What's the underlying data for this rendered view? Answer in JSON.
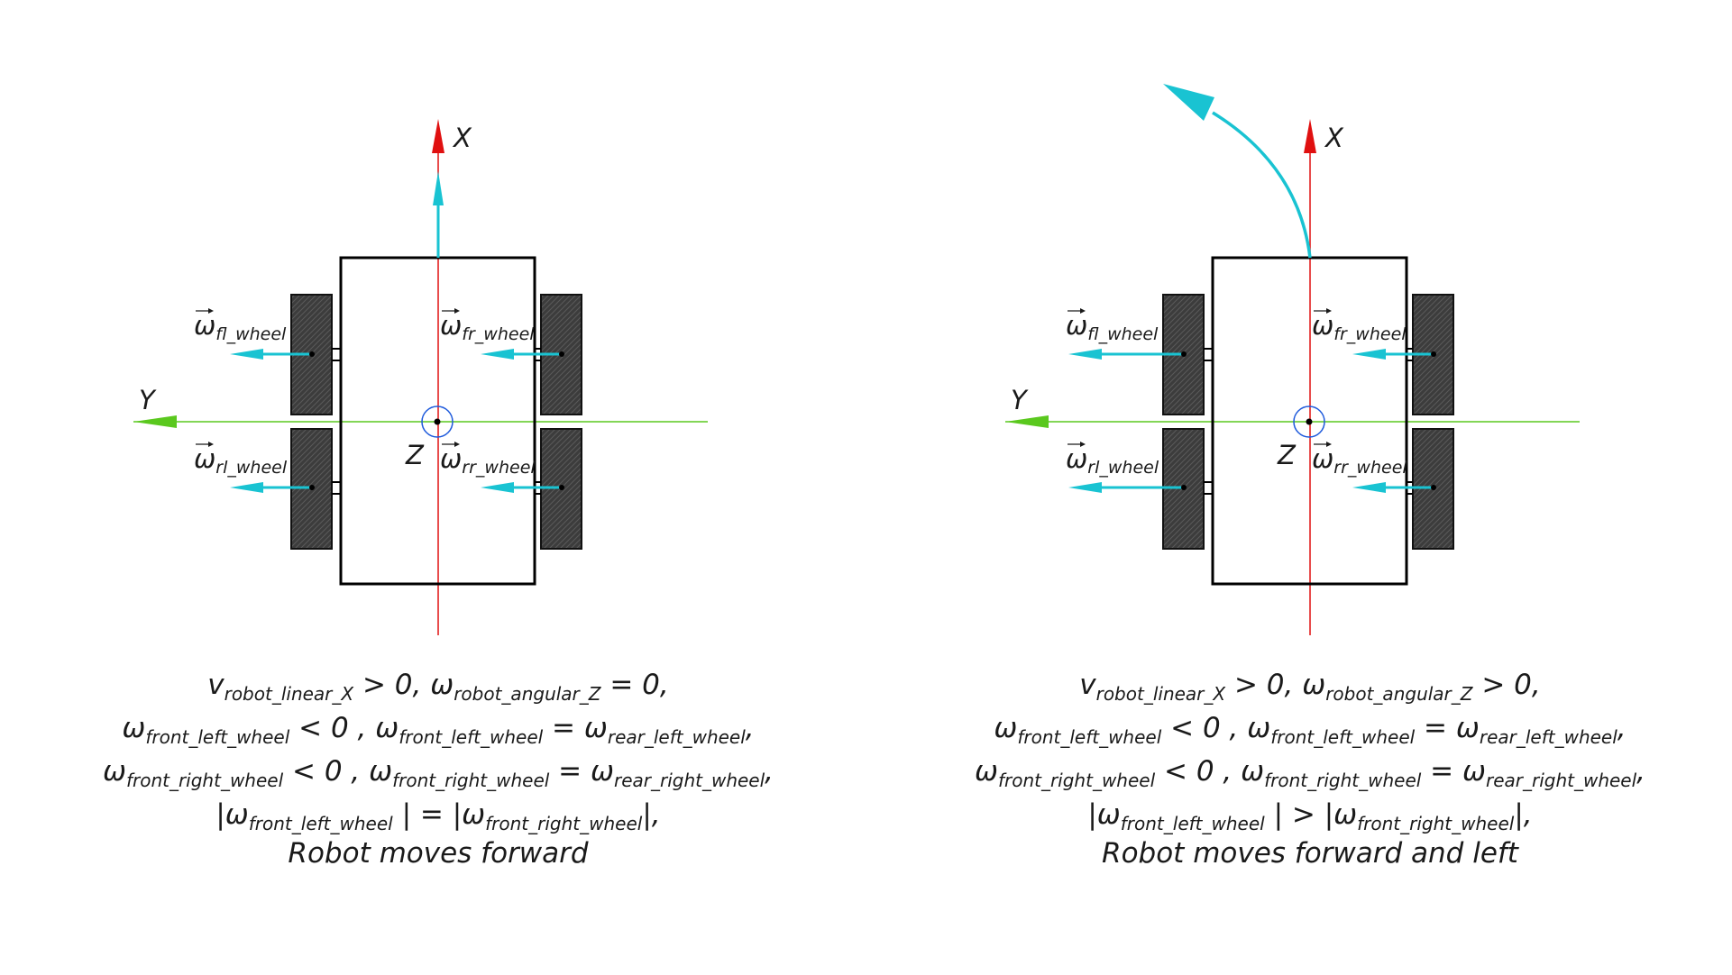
{
  "colors": {
    "x_axis": "#e01010",
    "y_axis": "#5ac81e",
    "vector": "#19c3d2",
    "body": "#000000",
    "wheel": "#3a3a3a",
    "z_circle": "#1e5adc"
  },
  "icons": [
    "axis-arrow",
    "rotation-arrow",
    "wheel-tread"
  ],
  "axis_labels": {
    "x": "X",
    "y": "Y",
    "z": "Z"
  },
  "wheel_labels": {
    "omega": "ω",
    "fl": "fl_wheel",
    "fr": "fr_wheel",
    "rl": "rl_wheel",
    "rr": "rr_wheel"
  },
  "diagrams": [
    {
      "id": "forward",
      "equations": {
        "line1": {
          "v": "v",
          "v_sub": "robot_linear_X",
          "op1": " > 0, ",
          "w": "ω",
          "w_sub": "robot_angular_Z",
          "op2": " = 0,"
        },
        "line2": {
          "a": "ω",
          "a_sub": "front_left_wheel",
          "op1": " < 0 , ",
          "b": "ω",
          "b_sub": "front_left_wheel",
          "op2": " = ",
          "c": "ω",
          "c_sub": "rear_left_wheel",
          "end": ","
        },
        "line3": {
          "a": "ω",
          "a_sub": "front_right_wheel",
          "op1": " < 0 , ",
          "b": "ω",
          "b_sub": "front_right_wheel",
          "op2": " = ",
          "c": "ω",
          "c_sub": "rear_right_wheel",
          "end": ","
        },
        "line4": {
          "pre": "|ω",
          "a_sub": "front_left_wheel",
          "op": " | = |ω",
          "b_sub": "front_right_wheel",
          "end": "|,"
        },
        "caption": "Robot moves forward"
      }
    },
    {
      "id": "forward-left",
      "equations": {
        "line1": {
          "v": "v",
          "v_sub": "robot_linear_X",
          "op1": " > 0, ",
          "w": "ω",
          "w_sub": "robot_angular_Z",
          "op2": " > 0,"
        },
        "line2": {
          "a": "ω",
          "a_sub": "front_left_wheel",
          "op1": " < 0 , ",
          "b": "ω",
          "b_sub": "front_left_wheel",
          "op2": " = ",
          "c": "ω",
          "c_sub": "rear_left_wheel",
          "end": ","
        },
        "line3": {
          "a": "ω",
          "a_sub": "front_right_wheel",
          "op1": " < 0 , ",
          "b": "ω",
          "b_sub": "front_right_wheel",
          "op2": " = ",
          "c": "ω",
          "c_sub": "rear_right_wheel",
          "end": ","
        },
        "line4": {
          "pre": "|ω",
          "a_sub": "front_left_wheel",
          "op": " | > |ω",
          "b_sub": "front_right_wheel",
          "end": "|,"
        },
        "caption": "Robot moves forward and left"
      }
    }
  ]
}
